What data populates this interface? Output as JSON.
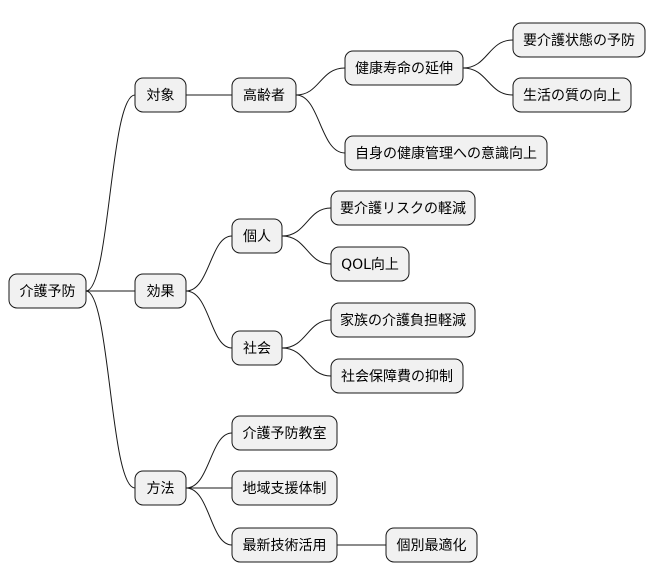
{
  "mindmap": {
    "root": "介護予防",
    "nodes": {
      "taisho": "対象",
      "koreisha": "高齢者",
      "kenko_jumyo": "健康寿命の延伸",
      "yokaigo_yobo": "要介護状態の予防",
      "seikatsu_shitsu": "生活の質の向上",
      "jishin_kenko": "自身の健康管理への意識向上",
      "koka": "効果",
      "kojin": "個人",
      "yokaigo_risk": "要介護リスクの軽減",
      "qol": "QOL向上",
      "shakai": "社会",
      "kazoku_futan": "家族の介護負担軽減",
      "shakai_hosho": "社会保障費の抑制",
      "hoho": "方法",
      "kyoshitsu": "介護予防教室",
      "chiiki_shien": "地域支援体制",
      "saishin_gijutsu": "最新技術活用",
      "kobetsu": "個別最適化"
    }
  }
}
